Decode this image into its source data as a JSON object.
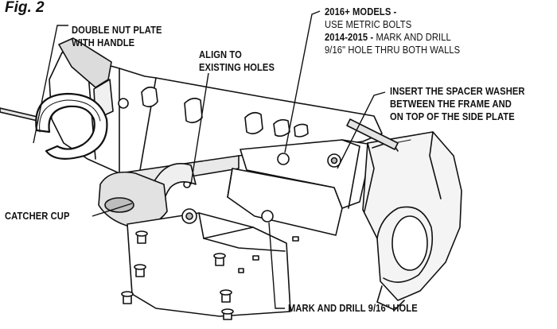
{
  "figure": {
    "title": "Fig. 2"
  },
  "callouts": {
    "double_nut_plate": [
      "DOUBLE NUT PLATE",
      "WITH HANDLE"
    ],
    "align_holes": [
      "ALIGN TO",
      "EXISTING HOLES"
    ],
    "models_note": {
      "line1": "2016+ MODELS -",
      "line2": "USE METRIC BOLTS",
      "line3_bold": "2014-2015 -",
      "line3_rest": " MARK AND DRILL",
      "line4": "9/16\" HOLE THRU BOTH WALLS"
    },
    "spacer_washer": [
      "INSERT THE SPACER WASHER",
      "BETWEEN THE FRAME AND",
      "ON TOP OF THE SIDE PLATE"
    ],
    "catcher_cup": "CATCHER CUP",
    "mark_drill": "MARK AND DRILL 9/16\" HOLE"
  },
  "colors": {
    "line": "#111111",
    "fill": "#ffffff",
    "shade": "#d9d9d9",
    "dark": "#6b6b6b"
  }
}
